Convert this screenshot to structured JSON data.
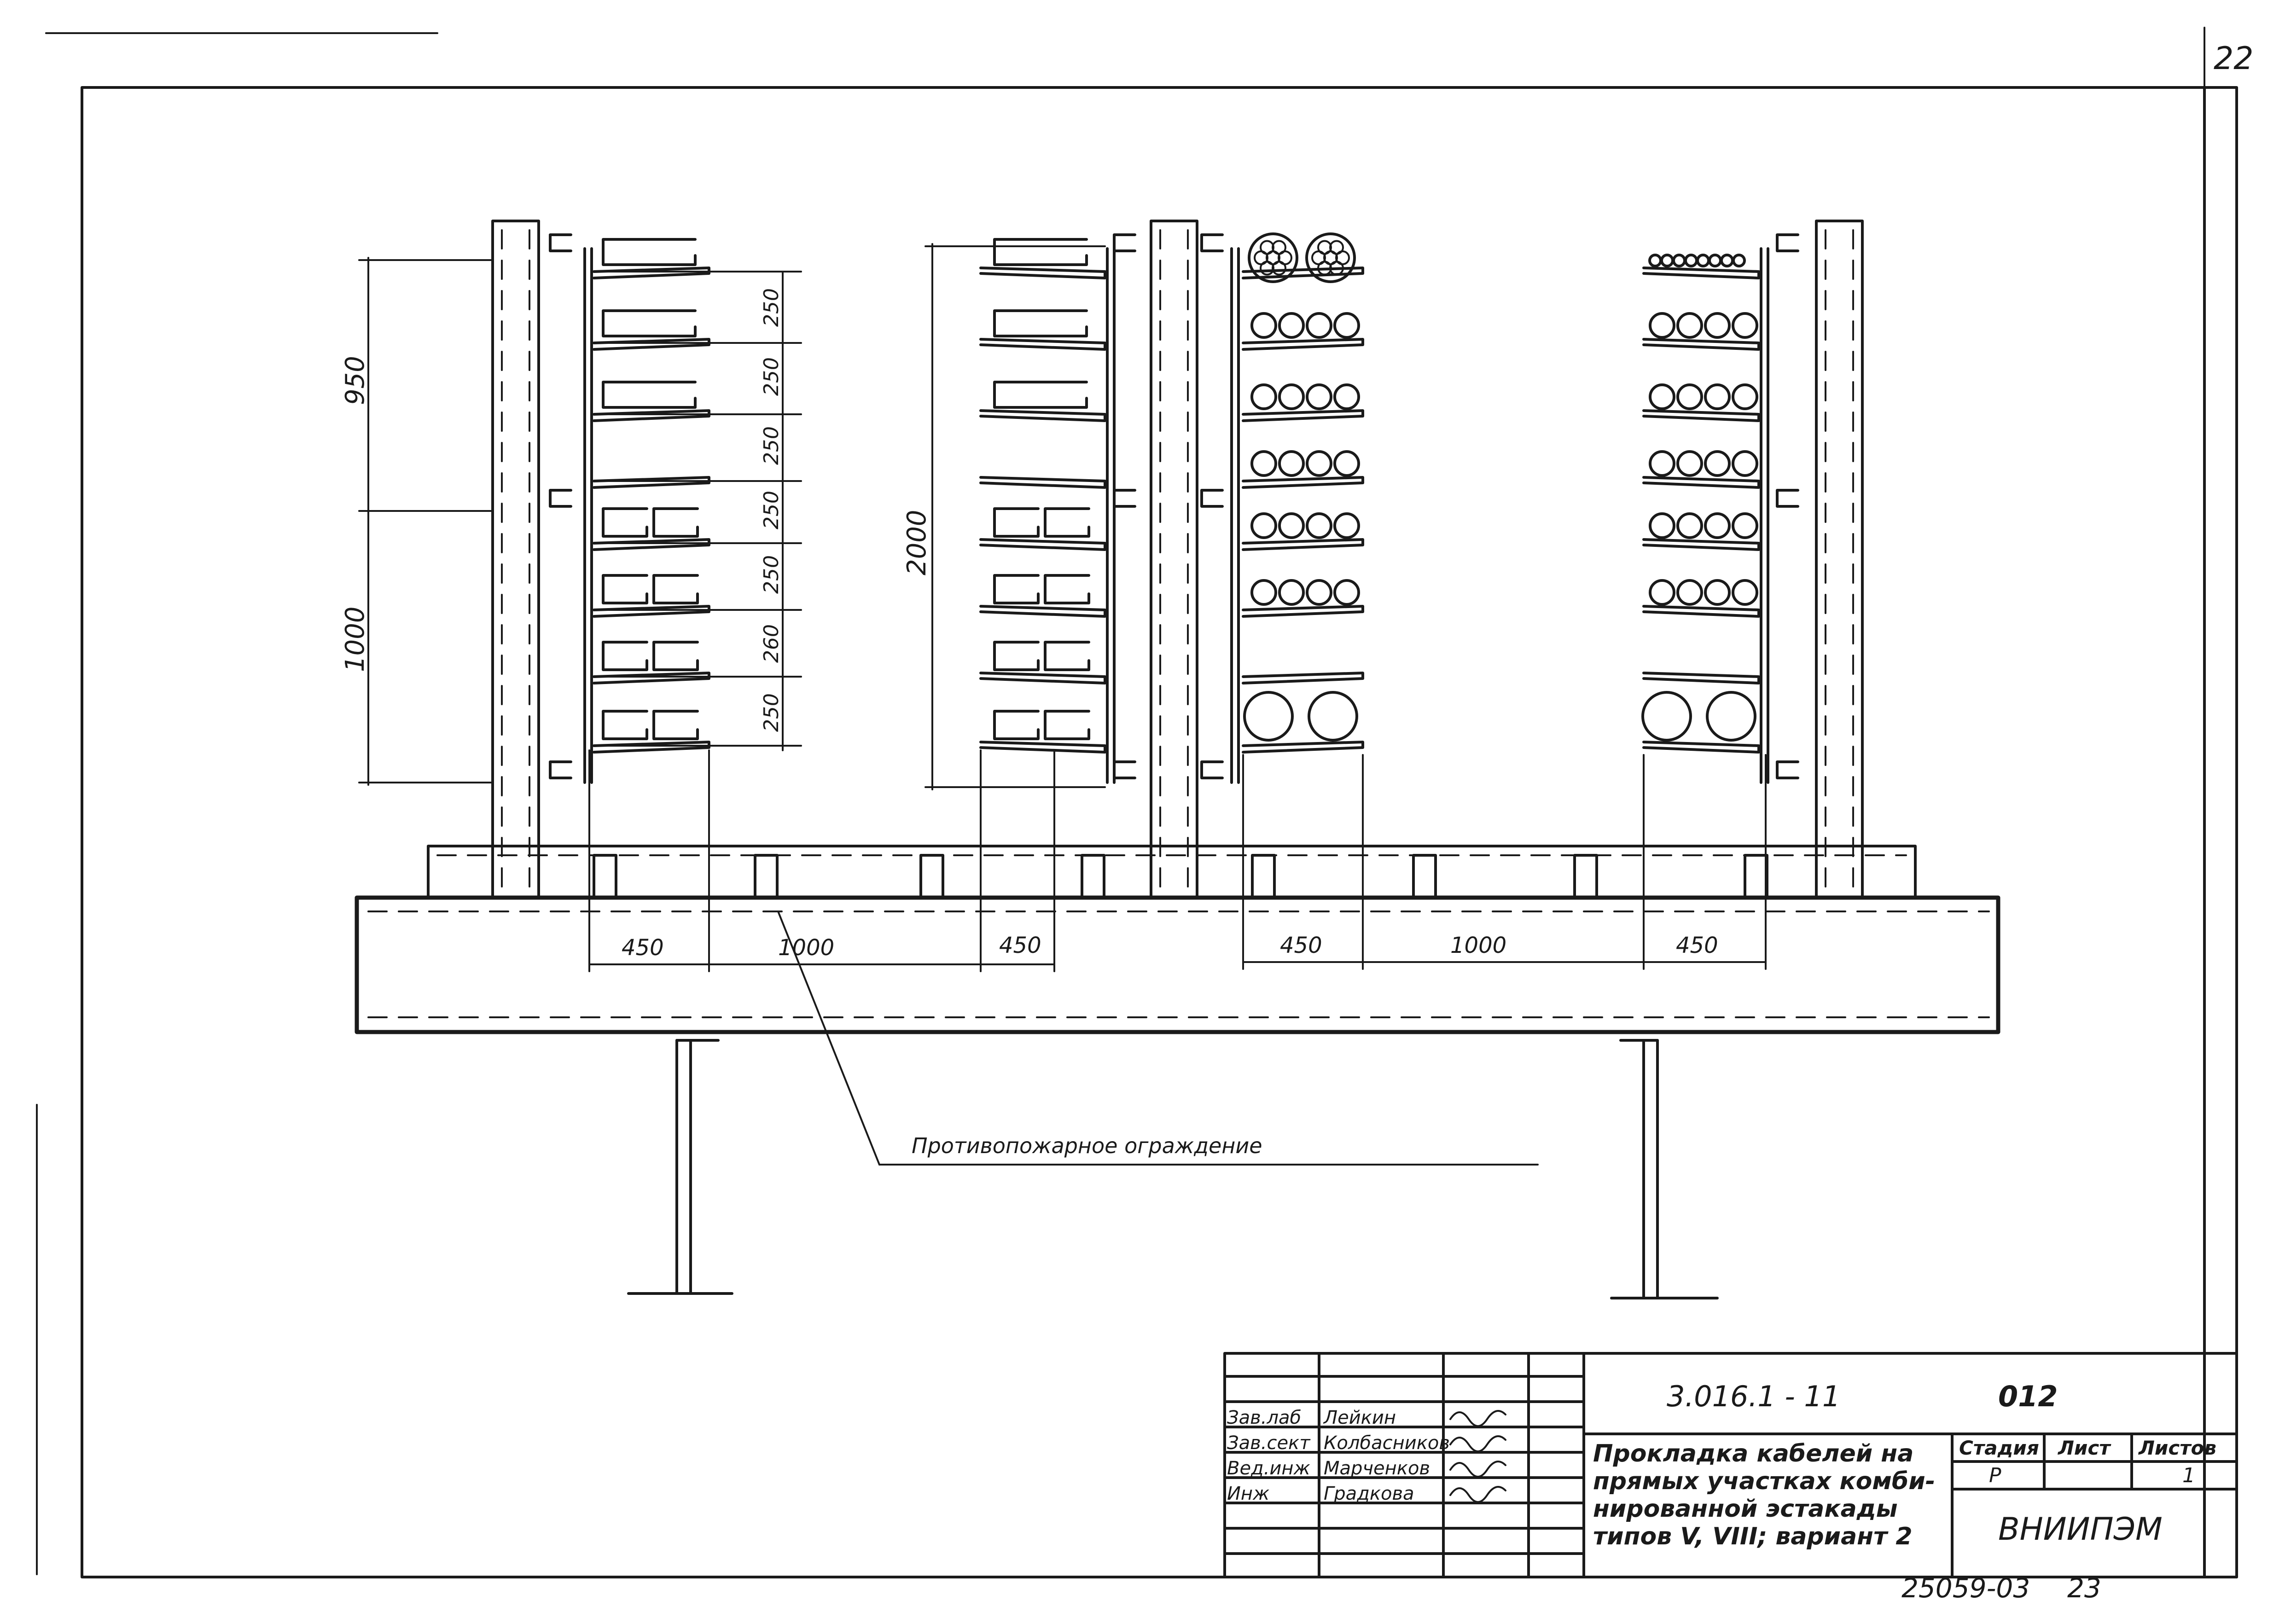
{
  "sheet": {
    "page_number": "22",
    "bottom_number": "25059-03",
    "bottom_sheet": "23"
  },
  "title_block": {
    "designation": "3.016.1 - 11",
    "code": "012",
    "title_lines": [
      "Прокладка кабелей на",
      "прямых участках комби-",
      "нированной эстакады",
      "типов V, VIII; вариант 2"
    ],
    "stage_header": "Стадия",
    "sheet_header": "Лист",
    "sheets_header": "Листов",
    "stage_value": "Р",
    "sheet_value": "",
    "sheets_value": "1",
    "organization": "ВНИИПЭМ",
    "staff": [
      {
        "role": "Зав.лаб",
        "name": "Лейкин"
      },
      {
        "role": "Зав.сект",
        "name": "Колбасников"
      },
      {
        "role": "Вед.инж",
        "name": "Марченков"
      },
      {
        "role": "Инж",
        "name": "Градкова"
      }
    ]
  },
  "dimensions": {
    "left_total_upper": "950",
    "left_total_lower": "1000",
    "middle_total": "2000",
    "shelf_spacing": [
      "250",
      "250",
      "250",
      "250",
      "250",
      "260",
      "250"
    ],
    "bottom_left": [
      "450",
      "1000",
      "450"
    ],
    "bottom_right": [
      "450",
      "1000",
      "450"
    ]
  },
  "labels": {
    "fire_barrier": "Противопожарное ограждение"
  }
}
